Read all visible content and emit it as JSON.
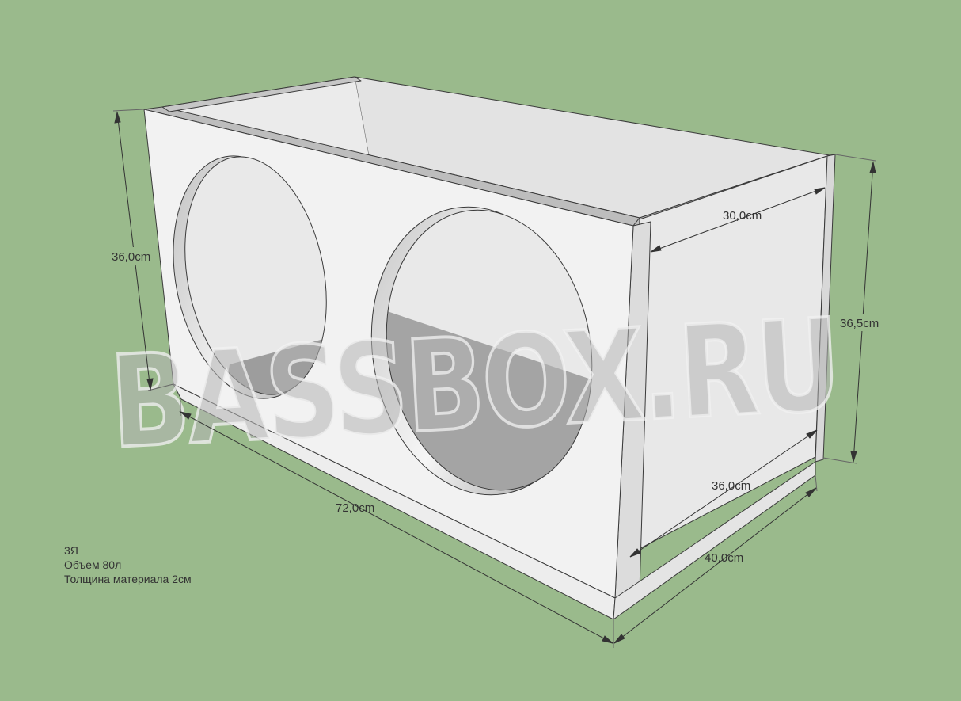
{
  "watermark": "BASSBOX.RU",
  "dimensions": {
    "height_front": "36,0cm",
    "depth_top": "30,0cm",
    "height_right": "36,5cm",
    "depth_inner": "36,0cm",
    "width_front": "72,0cm",
    "depth_bottom": "40,0cm"
  },
  "notes": {
    "model": "3Я",
    "volume": "Объем 80л",
    "material": "Толщина материала 2см"
  },
  "colors": {
    "background": "#9aba8c",
    "panel_front": "#f2f2f2",
    "panel_side": "#e6e6e6",
    "panel_edge": "#bdbdbd",
    "interior": "#e2e2e2",
    "interior_bottom": "#9c9c9c"
  }
}
